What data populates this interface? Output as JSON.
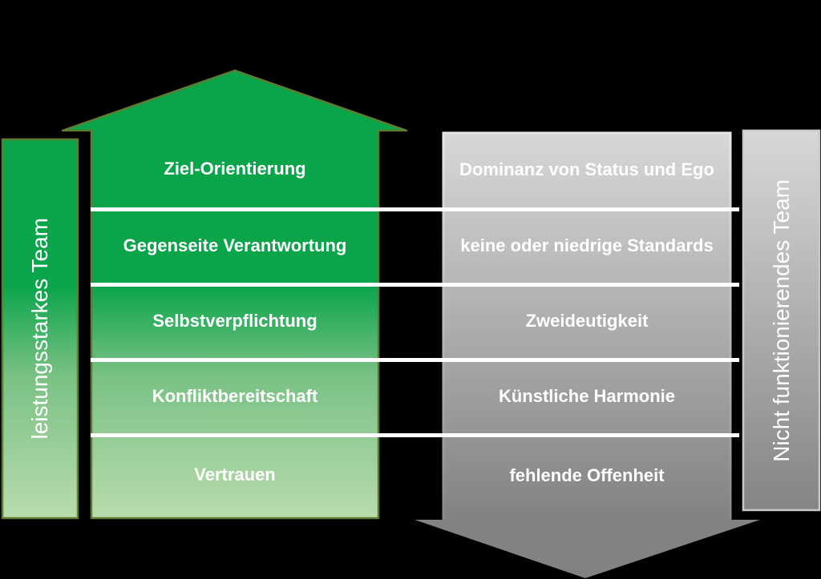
{
  "diagram": {
    "title": "Team performance pyramid (Lencioni model, German)",
    "left_column": {
      "side_label": "leistungsstarkes Team",
      "shape": "up-arrow",
      "rows": [
        "Ziel-Orientierung",
        "Gegenseite Verantwortung",
        "Selbstverpflichtung",
        "Konfliktbereitschaft",
        "Vertrauen"
      ]
    },
    "right_column": {
      "side_label": "Nicht funktionierendes Team",
      "shape": "down-arrow",
      "rows": [
        "Dominanz von Status und Ego",
        "keine oder niedrige Standards",
        "Zweideutigkeit",
        "Künstliche Harmonie",
        "fehlende Offenheit"
      ]
    },
    "colors": {
      "background": "#000000",
      "green_top": "#0AA44B",
      "green_mid": "#79C184",
      "green_bottom": "#B9DCAD",
      "green_border": "#5E7D33",
      "gray_top": "#D8D8D8",
      "gray_bottom": "#828282",
      "gray_border": "#C9C9C9",
      "separator_line": "#FFFFFF",
      "text": "#FFFFFF"
    }
  }
}
